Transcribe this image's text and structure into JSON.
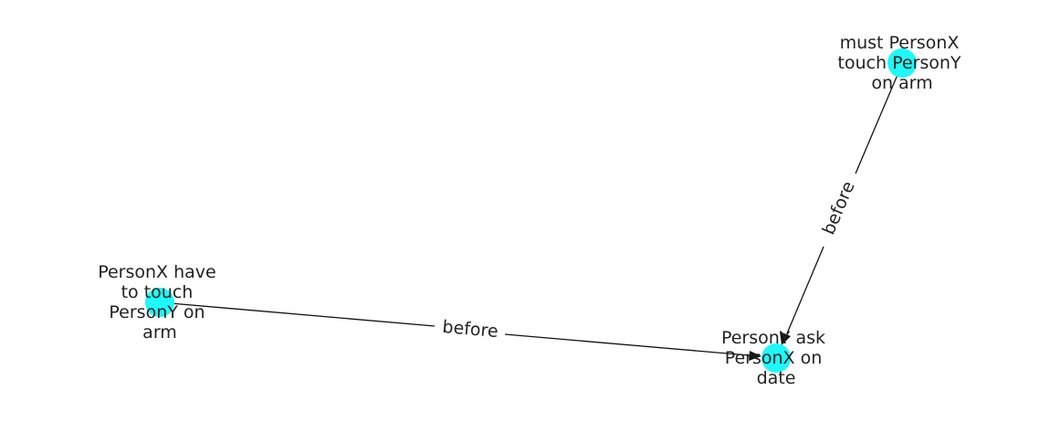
{
  "graph": {
    "node_color": "#1ff8f8",
    "edge_color": "#111111",
    "nodes": [
      {
        "id": "n1",
        "lines": [
          "must PersonX",
          "touch PersonY",
          "on arm"
        ]
      },
      {
        "id": "n2",
        "lines": [
          "PersonX have",
          "to touch",
          "PersonY on",
          "arm"
        ]
      },
      {
        "id": "n3",
        "lines": [
          "PersonY ask",
          "PersonX on",
          "date"
        ]
      }
    ],
    "edges": [
      {
        "id": "e1",
        "source": "n1",
        "target": "n3",
        "label": "before"
      },
      {
        "id": "e2",
        "source": "n2",
        "target": "n3",
        "label": "before"
      }
    ]
  }
}
